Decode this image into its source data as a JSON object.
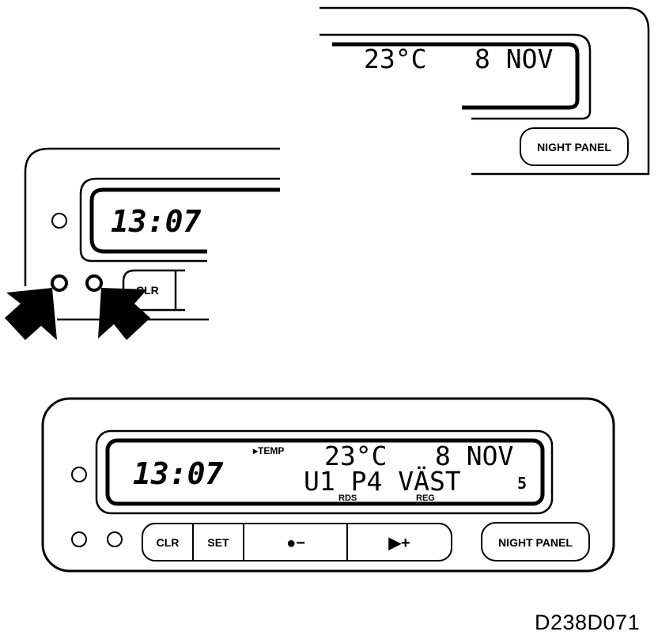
{
  "top_right_panel": {
    "temperature": "23°C",
    "date": "8 NOV",
    "night_panel_label": "NIGHT PANEL"
  },
  "mid_left_panel": {
    "time": "13:07",
    "clr_label": "CLR"
  },
  "full_panel": {
    "time": "13:07",
    "temp_indicator": "▸TEMP",
    "temperature": "23°C",
    "date": "8 NOV",
    "region_line": "U1 P4 VÄST",
    "region_suffix": "5",
    "rds_label": "RDS",
    "reg_label": "REG",
    "buttons": {
      "clr": "CLR",
      "set": "SET",
      "minus": "●−",
      "plus": "▶+",
      "night_panel": "NIGHT PANEL"
    }
  },
  "figure_code": "D238D071",
  "colors": {
    "ink": "#000000",
    "paper": "#ffffff"
  }
}
